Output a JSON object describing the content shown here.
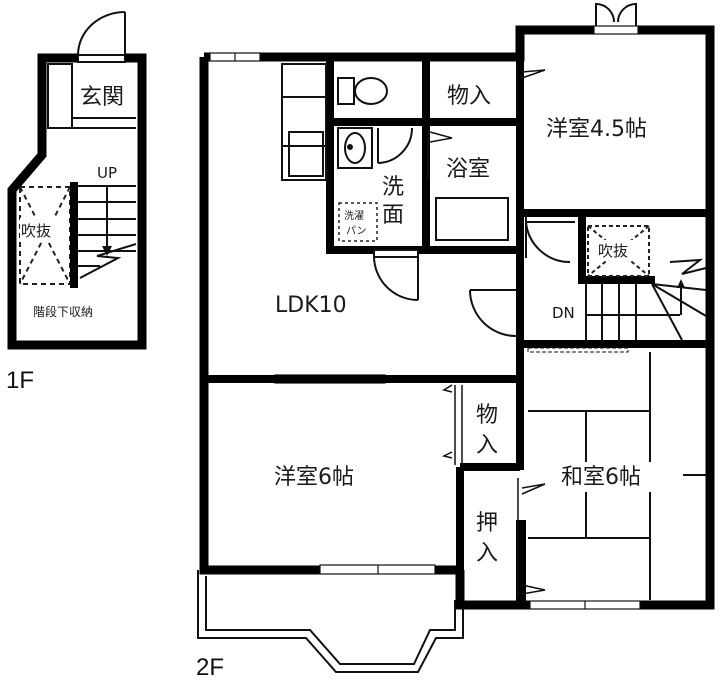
{
  "floors": {
    "first": {
      "label": "1F",
      "rooms": {
        "entrance": "玄関",
        "up": "UP",
        "void": "吹抜",
        "under_stair_storage": "階段下収納"
      }
    },
    "second": {
      "label": "2F",
      "rooms": {
        "ldk": "LDK10",
        "storage_top": "物入",
        "western_small": "洋室4.5帖",
        "bath": "浴室",
        "washroom_1": "洗",
        "washroom_2": "面",
        "washer_pan_1": "洗濯",
        "washer_pan_2": "パン",
        "void": "吹抜",
        "down": "DN",
        "storage_mid_1": "物",
        "storage_mid_2": "入",
        "western_large": "洋室6帖",
        "closet_1": "押",
        "closet_2": "入",
        "japanese": "和室6帖"
      }
    }
  },
  "colors": {
    "wall": "#000000",
    "line": "#111111",
    "background": "#ffffff"
  }
}
